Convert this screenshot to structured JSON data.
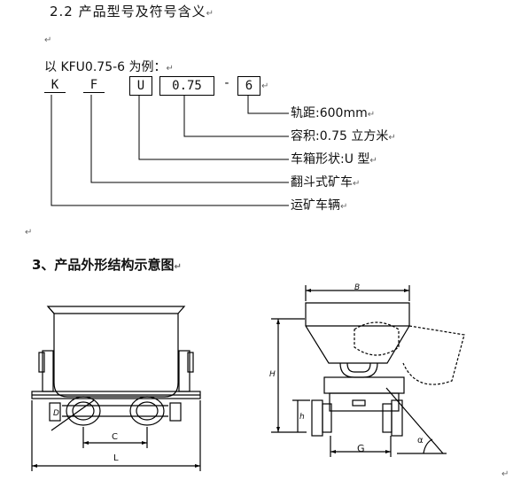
{
  "section": {
    "title": "2.2 产品型号及符号含义"
  },
  "example": {
    "intro": "以 KFU0.75-6 为例：",
    "code": {
      "k": "K",
      "f": "F",
      "u": "U",
      "capacity": "0.75",
      "dash": "-",
      "gauge": "6"
    }
  },
  "legend": [
    {
      "text": "轨距:600mm"
    },
    {
      "text": "容积:0.75 立方米"
    },
    {
      "text": "车箱形状:U 型"
    },
    {
      "text": "翻斗式矿车"
    },
    {
      "text": "运矿车辆"
    }
  ],
  "heading3": {
    "text": "3、产品外形结构示意图"
  },
  "diagram": {
    "front_labels": {
      "c": "C",
      "l": "L",
      "d": "D"
    },
    "side_labels": {
      "b": "B",
      "h": "H",
      "h_small": "h",
      "g": "G",
      "alpha": "α"
    }
  },
  "marks": {
    "return": "↵"
  }
}
